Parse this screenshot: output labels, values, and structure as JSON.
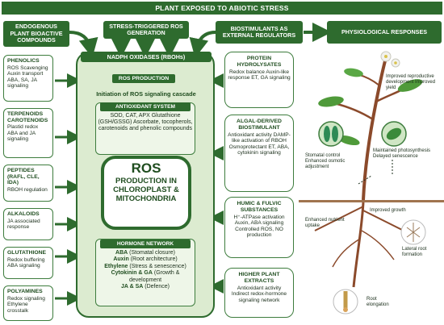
{
  "banner": "PLANT EXPOSED TO ABIOTIC STRESS",
  "headers": {
    "endogenous": "ENDOGENOUS PLANT BIOACTIVE COMPOUNDS",
    "stress_ros": "STRESS-TRIGGERED ROS GENERATION",
    "biostimulants": "BIOSTIMULANTS AS EXTERNAL REGULATORS",
    "physiological": "PHYSIOLOGICAL RESPONSES"
  },
  "compounds": [
    {
      "title": "PHENOLICS",
      "desc": "ROS Scavenging Auxin transport ABA, SA, JA signaling"
    },
    {
      "title": "TERPENOIDS CAROTENOIDS",
      "desc": "Plastid redox ABA and JA signaling"
    },
    {
      "title": "PEPTIDES (RAFL, CLE, IDA)",
      "desc": "RBOH regulation"
    },
    {
      "title": "ALKALOIDS",
      "desc": "JA associated response"
    },
    {
      "title": "GLUTATHIONE",
      "desc": "Redox buffering ABA signaling"
    },
    {
      "title": "POLYAMINES",
      "desc": "Redox signaling Ethylene crosstalk"
    }
  ],
  "center": {
    "title": "NADPH OXIDASES (RBOHs)",
    "ros_production": "ROS PRODUCTION",
    "initiation": "Initiation of ROS signaling cascade",
    "antioxidant_title": "ANTIOXIDANT SYSTEM",
    "antioxidant_text": "SOD, CAT, APX Glutathione (GSH/GSSG) Ascorbate, tocopherols, carotenoids and phenolic compounds",
    "ros_big": "ROS",
    "ros_sub": "PRODUCTION IN CHLOROPLAST & MITOCHONDRIA",
    "hormone_title": "HORMONE NETWORK",
    "hormones": [
      {
        "name": "ABA",
        "role": "(Stomatal closure)"
      },
      {
        "name": "Auxin",
        "role": "(Root architecture)"
      },
      {
        "name": "Ethylene",
        "role": "(Stress & senescence)"
      },
      {
        "name": "Cytokinin & GA",
        "role": "(Growth & development"
      },
      {
        "name": "JA & SA",
        "role": "(Defence)"
      }
    ]
  },
  "biostimulants": [
    {
      "title": "PROTEIN HYDROLYSATES",
      "desc": "Redox balance Auxin-like response ET, GA signaling"
    },
    {
      "title": "ALGAL-DERIVED BIOSTIMULANT",
      "desc": "Antioxidant activity DAMP-like activation of RBOH Osmoprotectant ET, ABA, cytokinin signaling"
    },
    {
      "title": "HUMIC & FULVIC SUBSTANCES",
      "desc": "H⁺-ATPase activation Auxin, ABA signaling Controlled ROS, NO production"
    },
    {
      "title": "HIGHER PLANT EXTRACTS",
      "desc": "Antioxidant activity Indirect redox-hormone signaling network"
    }
  ],
  "plant_labels": {
    "flower": "Improved reproductive development Improved yield",
    "stomata": "Stomatal control Enhanced osmotic adjustment",
    "photosynthesis": "Maintained photosynthesis Delayed senescence",
    "growth": "Improved growth",
    "nutrient": "Enhanced nutrient uptake",
    "lateral_root": "Lateral root formation",
    "root_elong": "Root elongation"
  },
  "colors": {
    "dark_green": "#2e6b2e",
    "light_green": "#dcebd0",
    "stem_brown": "#8b4a2b"
  }
}
